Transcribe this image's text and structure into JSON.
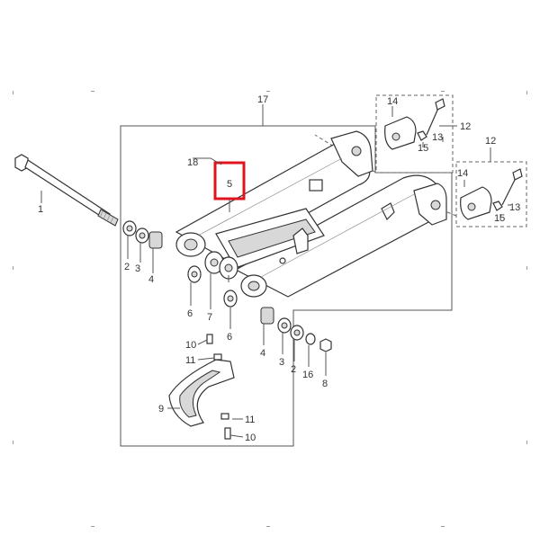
{
  "diagram": {
    "colors": {
      "highlight": "#e0141e",
      "line": "#555555",
      "frame_dots": "#9a9a9a"
    },
    "callouts": {
      "c1": "1",
      "c2a": "2",
      "c3a": "3",
      "c4a": "4",
      "c5": "5",
      "c6a": "6",
      "c7": "7",
      "c6b": "6",
      "c4b": "4",
      "c3b": "3",
      "c2b": "2",
      "c16": "16",
      "c8": "8",
      "c9": "9",
      "c10a": "10",
      "c11a": "11",
      "c11b": "11",
      "c10b": "10",
      "c12a": "12",
      "c13a": "13",
      "c14a": "14",
      "c15a": "15",
      "c12b": "12",
      "c13b": "13",
      "c14b": "14",
      "c15b": "15",
      "c17": "17",
      "c18": "18"
    },
    "highlighted_part": "5"
  }
}
